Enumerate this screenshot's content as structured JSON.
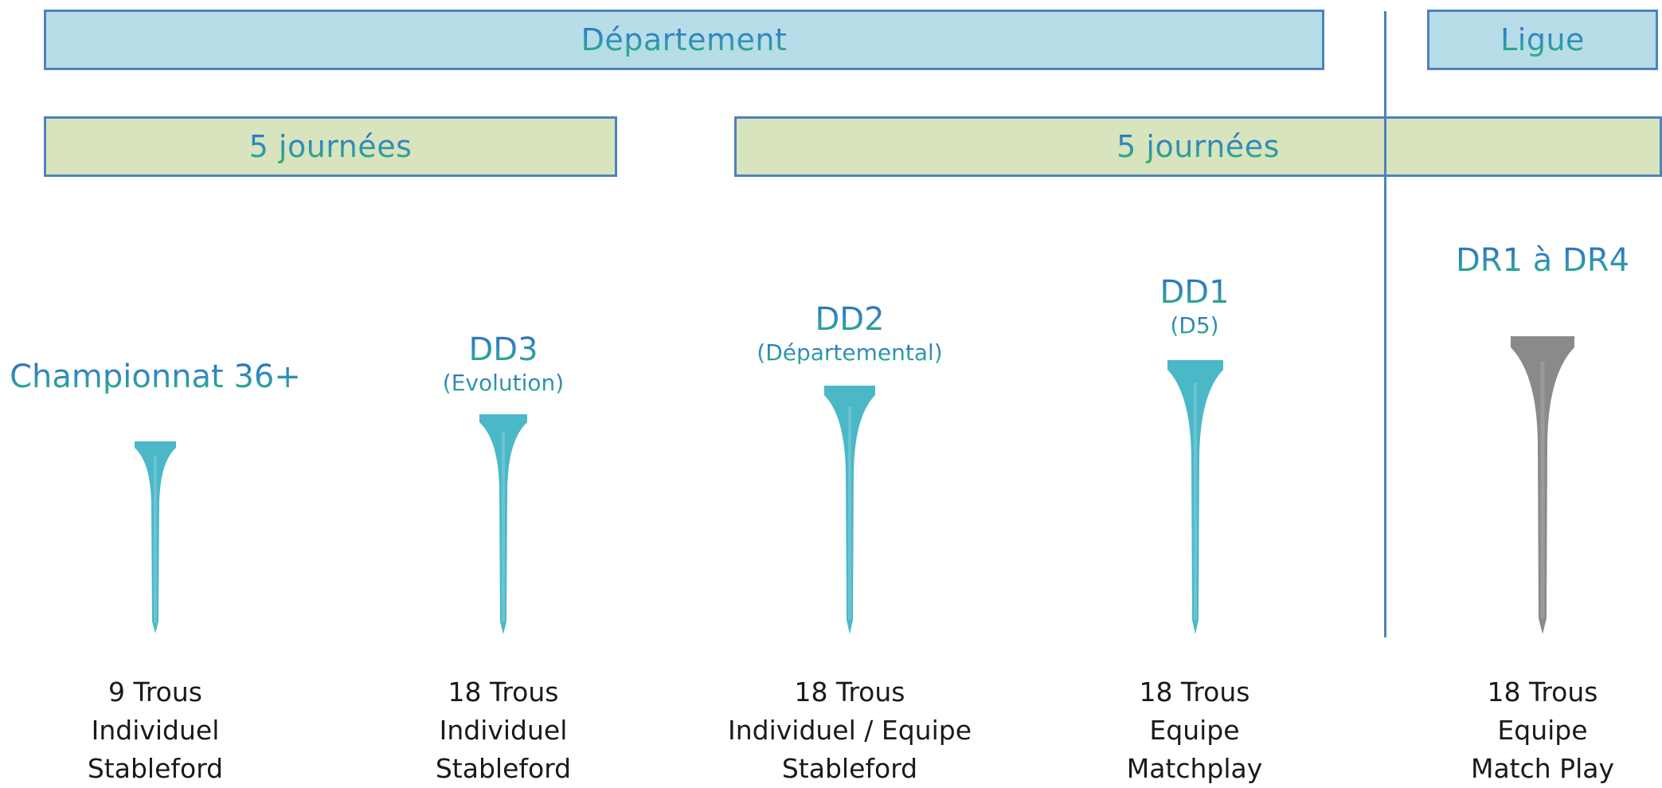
{
  "banners": {
    "departement": "Département",
    "ligue": "Ligue",
    "journees_left": "5 journées",
    "journees_right": "5 journées"
  },
  "columns": [
    {
      "name": "Championnat 36+",
      "sub": "",
      "lines": [
        "9 Trous",
        "Individuel",
        "Stableford"
      ],
      "tee_color": "#4bb8c8"
    },
    {
      "name": "DD3",
      "sub": "(Evolution)",
      "lines": [
        "18 Trous",
        "Individuel",
        "Stableford"
      ],
      "tee_color": "#4bb8c8"
    },
    {
      "name": "DD2",
      "sub": "(Départemental)",
      "lines": [
        "18 Trous",
        "Individuel / Equipe",
        "Stableford"
      ],
      "tee_color": "#4bb8c8"
    },
    {
      "name": "DD1",
      "sub": "(D5)",
      "lines": [
        "18 Trous",
        "Equipe",
        "Matchplay"
      ],
      "tee_color": "#4bb8c8"
    },
    {
      "name": "DR1 à DR4",
      "sub": "",
      "lines": [
        "18 Trous",
        "Equipe",
        "Match Play"
      ],
      "tee_color": "#8a8a8a"
    }
  ]
}
